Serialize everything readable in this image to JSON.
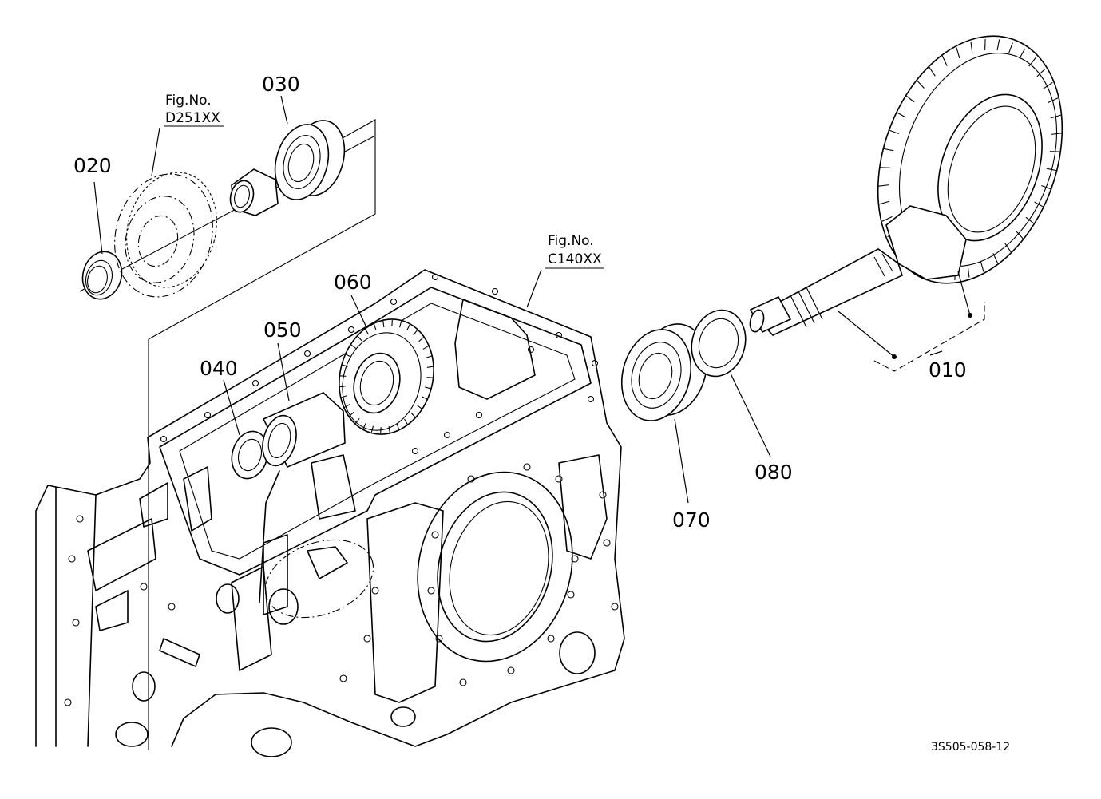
{
  "callouts": [
    {
      "id": "010",
      "text": "010"
    },
    {
      "id": "020",
      "text": "020"
    },
    {
      "id": "030",
      "text": "030"
    },
    {
      "id": "040",
      "text": "040"
    },
    {
      "id": "050",
      "text": "050"
    },
    {
      "id": "060",
      "text": "060"
    },
    {
      "id": "070",
      "text": "070"
    },
    {
      "id": "080",
      "text": "080"
    }
  ],
  "fig_refs": [
    {
      "title": "Fig.No.",
      "number": "D251XX"
    },
    {
      "title": "Fig.No.",
      "number": "C140XX"
    }
  ],
  "drawing_code": "3S505-058-12"
}
